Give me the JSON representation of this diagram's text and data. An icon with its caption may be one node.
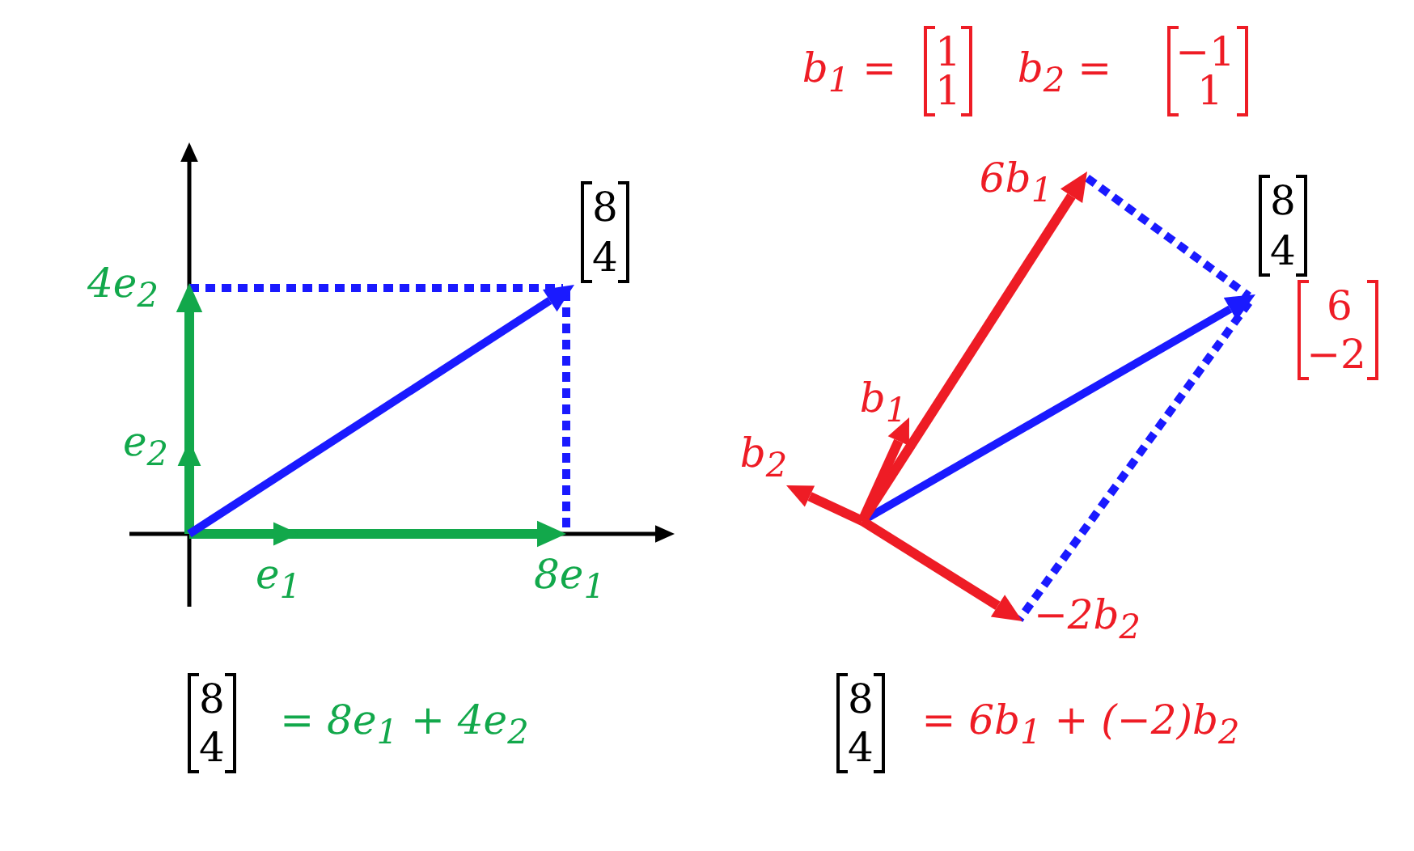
{
  "diagram": {
    "labels": [
      "b$_{1}$ =",
      "1",
      "1",
      "b$_{2}$ =",
      "−1",
      "1",
      "6b$_{1}$",
      "8",
      "4",
      "6",
      "−2",
      "8",
      "4",
      "4e$_{2}$",
      "e$_{2}$",
      "b$_{1}$",
      "b$_{2}$",
      "e$_{1}$",
      "8e$_{1}$",
      "−2b$_{2}$",
      "8",
      "4",
      "= 8e$_{1}$ + 4e$_{2}$",
      "8",
      "4",
      "= 6b$_{1}$ + (−2)b$_{2}$"
    ]
  }
}
